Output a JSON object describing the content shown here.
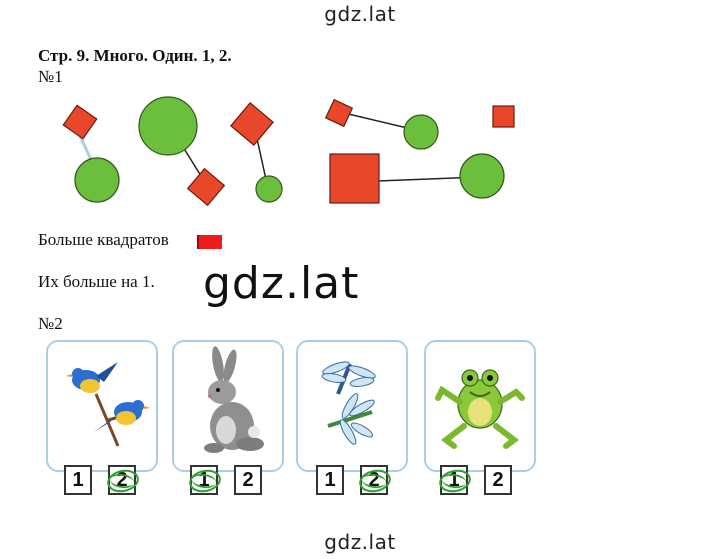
{
  "watermark": {
    "top": "gdz.lat",
    "middle": "gdz.lat",
    "bottom": "gdz.lat"
  },
  "heading": "Стр. 9. Много. Один. 1, 2.",
  "task1": {
    "label": "№1",
    "answer_more": "Больше квадратов",
    "answer_diff": "Их больше на 1.",
    "colors": {
      "square": "#e8472a",
      "circle": "#6cbf3c",
      "flag": "#ee1c1c"
    }
  },
  "task2": {
    "label": "№2",
    "cards": [
      {
        "picture": "birds-icon",
        "options": [
          "1",
          "2"
        ],
        "chosen": "2"
      },
      {
        "picture": "rabbit-icon",
        "options": [
          "1",
          "2"
        ],
        "chosen": "1"
      },
      {
        "picture": "dragonflies-icon",
        "options": [
          "1",
          "2"
        ],
        "chosen": "2"
      },
      {
        "picture": "frog-icon",
        "options": [
          "1",
          "2"
        ],
        "chosen": "1"
      }
    ],
    "colors": {
      "card_border": "#a9cfe8",
      "mark": "#2ca02c"
    }
  }
}
